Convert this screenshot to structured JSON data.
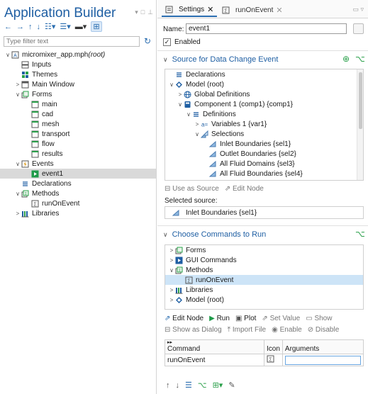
{
  "app_builder": {
    "title": "Application Builder",
    "filter_placeholder": "Type filter text",
    "tree": [
      {
        "label": "micromixer_app.mph",
        "suffix": " (root)",
        "level": 0,
        "twisty": "v",
        "icon": "app-icon"
      },
      {
        "label": "Inputs",
        "level": 1,
        "twisty": "",
        "icon": "inputs-icon"
      },
      {
        "label": "Themes",
        "level": 1,
        "twisty": "",
        "icon": "themes-icon"
      },
      {
        "label": "Main Window",
        "level": 1,
        "twisty": ">",
        "icon": "window-icon"
      },
      {
        "label": "Forms",
        "level": 1,
        "twisty": "v",
        "icon": "forms-icon"
      },
      {
        "label": "main",
        "level": 2,
        "twisty": "",
        "icon": "form-icon"
      },
      {
        "label": "cad",
        "level": 2,
        "twisty": "",
        "icon": "form-icon"
      },
      {
        "label": "mesh",
        "level": 2,
        "twisty": "",
        "icon": "form-icon"
      },
      {
        "label": "transport",
        "level": 2,
        "twisty": "",
        "icon": "form-icon"
      },
      {
        "label": "flow",
        "level": 2,
        "twisty": "",
        "icon": "form-icon"
      },
      {
        "label": "results",
        "level": 2,
        "twisty": "",
        "icon": "form-icon"
      },
      {
        "label": "Events",
        "level": 1,
        "twisty": "v",
        "icon": "events-icon"
      },
      {
        "label": "event1",
        "level": 2,
        "twisty": "",
        "icon": "event-icon",
        "selected": true
      },
      {
        "label": "Declarations",
        "level": 1,
        "twisty": "",
        "icon": "declarations-icon"
      },
      {
        "label": "Methods",
        "level": 1,
        "twisty": "v",
        "icon": "methods-icon"
      },
      {
        "label": "runOnEvent",
        "level": 2,
        "twisty": "",
        "icon": "method-icon"
      },
      {
        "label": "Libraries",
        "level": 1,
        "twisty": ">",
        "icon": "libraries-icon"
      }
    ]
  },
  "tabs": [
    {
      "label": "Settings",
      "icon": "settings-icon",
      "active": true
    },
    {
      "label": "runOnEvent",
      "icon": "method-icon",
      "active": false
    }
  ],
  "settings": {
    "name_label": "Name:",
    "name_value": "event1",
    "enabled_label": "Enabled",
    "source_section_title": "Source for Data Change Event",
    "source_tree": [
      {
        "label": "Declarations",
        "level": 0,
        "twisty": "",
        "icon": "declarations-icon"
      },
      {
        "label": "Model (root)",
        "level": 0,
        "twisty": "v",
        "icon": "model-icon"
      },
      {
        "label": "Global Definitions",
        "level": 1,
        "twisty": ">",
        "icon": "globe-icon"
      },
      {
        "label": "Component 1 (comp1) {comp1}",
        "level": 1,
        "twisty": "v",
        "icon": "component-icon"
      },
      {
        "label": "Definitions",
        "level": 2,
        "twisty": "v",
        "icon": "definitions-icon"
      },
      {
        "label": "Variables 1 {var1}",
        "level": 3,
        "twisty": ">",
        "icon": "variables-icon"
      },
      {
        "label": "Selections",
        "level": 3,
        "twisty": "v",
        "icon": "selections-icon"
      },
      {
        "label": "Inlet Boundaries {sel1}",
        "level": 4,
        "twisty": "",
        "icon": "selection-icon"
      },
      {
        "label": "Outlet Boundaries {sel2}",
        "level": 4,
        "twisty": "",
        "icon": "selection-icon"
      },
      {
        "label": "All Fluid Domains {sel3}",
        "level": 4,
        "twisty": "",
        "icon": "selection-icon"
      },
      {
        "label": "All Fluid Boundaries {sel4}",
        "level": 4,
        "twisty": "",
        "icon": "selection-icon"
      }
    ],
    "use_as_source_label": "Use as Source",
    "edit_node_label": "Edit Node",
    "selected_source_label": "Selected source:",
    "selected_source_value": "Inlet Boundaries {sel1}",
    "commands_section_title": "Choose Commands to Run",
    "commands_tree": [
      {
        "label": "Forms",
        "level": 0,
        "twisty": ">",
        "icon": "forms-icon"
      },
      {
        "label": "GUI Commands",
        "level": 0,
        "twisty": ">",
        "icon": "gui-commands-icon"
      },
      {
        "label": "Methods",
        "level": 0,
        "twisty": "v",
        "icon": "methods-icon"
      },
      {
        "label": "runOnEvent",
        "level": 1,
        "twisty": "",
        "icon": "method-icon",
        "selected": true
      },
      {
        "label": "Libraries",
        "level": 0,
        "twisty": ">",
        "icon": "libraries-icon"
      },
      {
        "label": "Model (root)",
        "level": 0,
        "twisty": ">",
        "icon": "model-icon"
      }
    ],
    "cmd_toolbar": {
      "edit_node": "Edit Node",
      "run": "Run",
      "plot": "Plot",
      "set_value": "Set Value",
      "show": "Show",
      "show_as_dialog": "Show as Dialog",
      "import_file": "Import File",
      "enable": "Enable",
      "disable": "Disable"
    },
    "cmd_table": {
      "headers": [
        "Command",
        "Icon",
        "Arguments"
      ],
      "rows": [
        {
          "command": "runOnEvent",
          "icon": "method-icon",
          "arguments": ""
        }
      ]
    }
  },
  "colors": {
    "accent": "#1f5fa3",
    "selection_bg": "#d9d9d9",
    "list_selection_bg": "#cde4f7",
    "event_green": "#1f9b4a"
  }
}
